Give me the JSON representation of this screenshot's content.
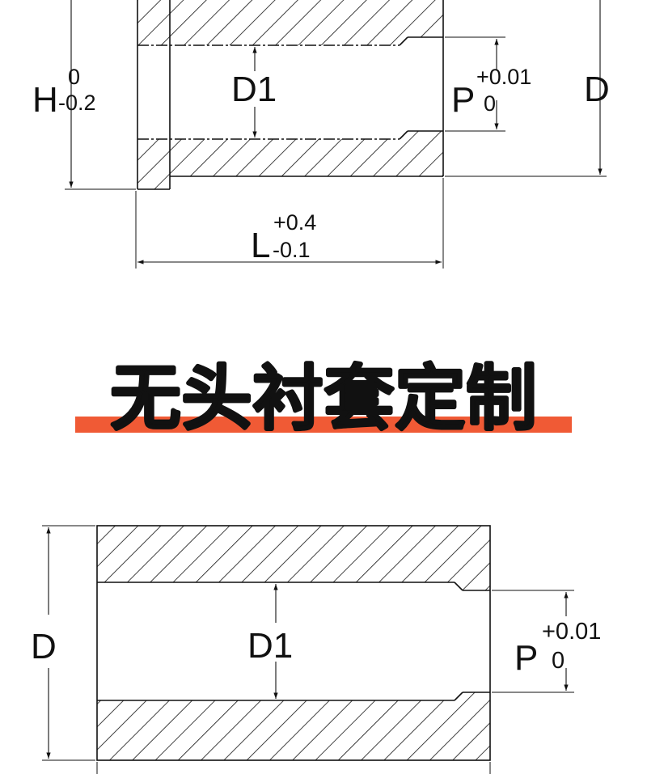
{
  "top_drawing": {
    "h_label": "H",
    "h_upper": "0",
    "h_lower": "-0.2",
    "d1_label": "D1",
    "p_label": "P",
    "p_upper": "+0.01",
    "p_lower": "0",
    "d_label": "D",
    "l_label": "L",
    "l_upper": "+0.4",
    "l_lower": "-0.1"
  },
  "banner": {
    "title": "无头衬套定制",
    "underline_color": "#f05a35"
  },
  "bottom_drawing": {
    "d_label": "D",
    "d1_label": "D1",
    "p_label": "P",
    "p_upper": "+0.01",
    "p_lower": "0"
  }
}
